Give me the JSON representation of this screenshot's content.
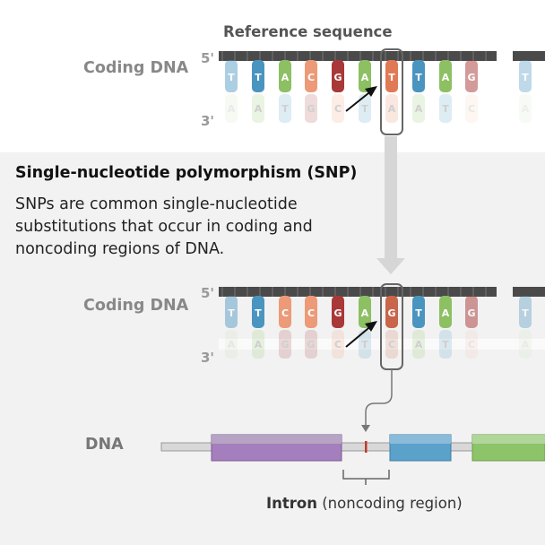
{
  "reference": {
    "title": "Reference sequence",
    "coding_label": "Coding DNA",
    "five_prime": "5'",
    "three_prime": "3'",
    "bases": [
      "T",
      "T",
      "A",
      "C",
      "G",
      "A",
      "T",
      "T",
      "A",
      "G",
      "T"
    ]
  },
  "snp": {
    "title": "Single-nucleotide polymorphism (SNP)",
    "description": "SNPs are common single-nucleotide substitutions that occur in coding and noncoding regions of DNA.",
    "coding_label": "Coding DNA",
    "five_prime": "5'",
    "three_prime": "3'",
    "bases": [
      "T",
      "T",
      "C",
      "C",
      "G",
      "A",
      "G",
      "T",
      "A",
      "G",
      "T"
    ]
  },
  "gene": {
    "dna_label": "DNA",
    "intron_label": "Intron",
    "intron_note": "(noncoding region)"
  },
  "colors": {
    "T": "#4a94c0",
    "A": "#8cc063",
    "C": "#ec9a77",
    "G": "#a93838",
    "highlight_T": "#e07a55",
    "highlight_G": "#c8654a",
    "exon_purple": "#a57fbd",
    "exon_blue": "#5ba2cb",
    "exon_green": "#8dc46a",
    "snp_mark": "#c0392b",
    "backbone": "#4a4a4a",
    "background_lower": "#f2f2f2"
  }
}
